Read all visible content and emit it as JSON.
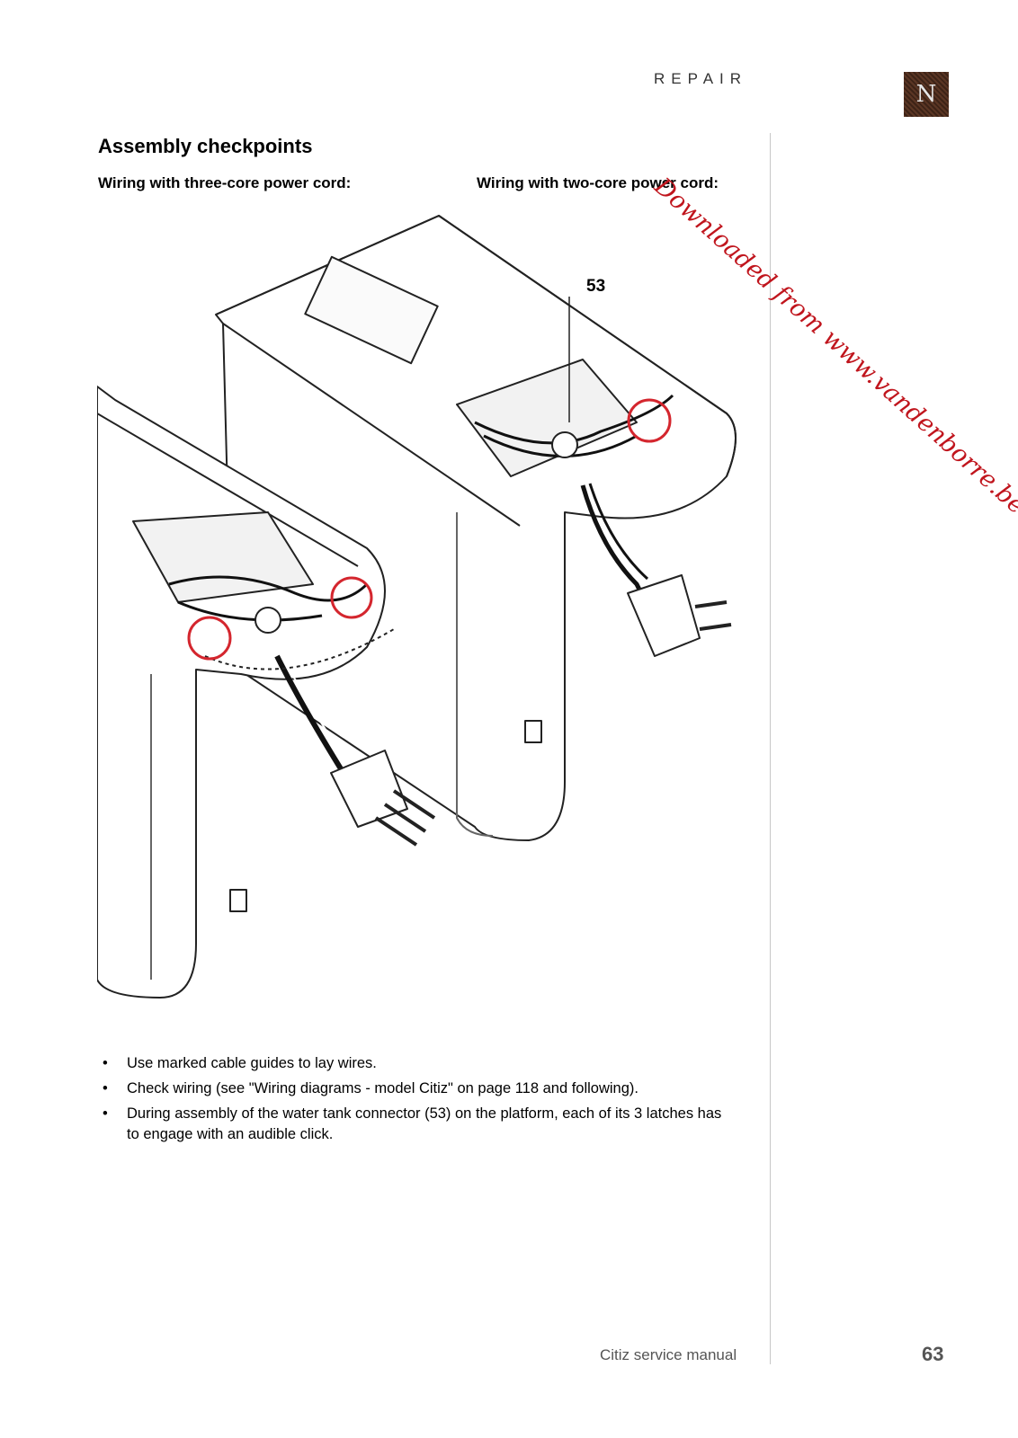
{
  "header": {
    "section": "REPAIR",
    "logo_letter": "N"
  },
  "watermark": "Downloaded from www.vandenborre.be",
  "content": {
    "title": "Assembly checkpoints",
    "subtitle_left": "Wiring with three-core power cord:",
    "subtitle_right": "Wiring with two-core power cord:",
    "figure_callout": "53",
    "bullets": [
      "Use marked cable guides to lay wires.",
      "Check wiring (see \"Wiring diagrams - model Citiz\" on page 118 and following).",
      "During assembly of the water tank connector (53) on the platform, each of its 3 latches has to engage with an audible click."
    ],
    "bullet_symbol": "•"
  },
  "footer": {
    "manual": "Citiz service manual",
    "page": "63"
  },
  "colors": {
    "watermark": "#c0151d",
    "highlight_circle": "#d4262e",
    "logo": "#4a2b1e"
  }
}
